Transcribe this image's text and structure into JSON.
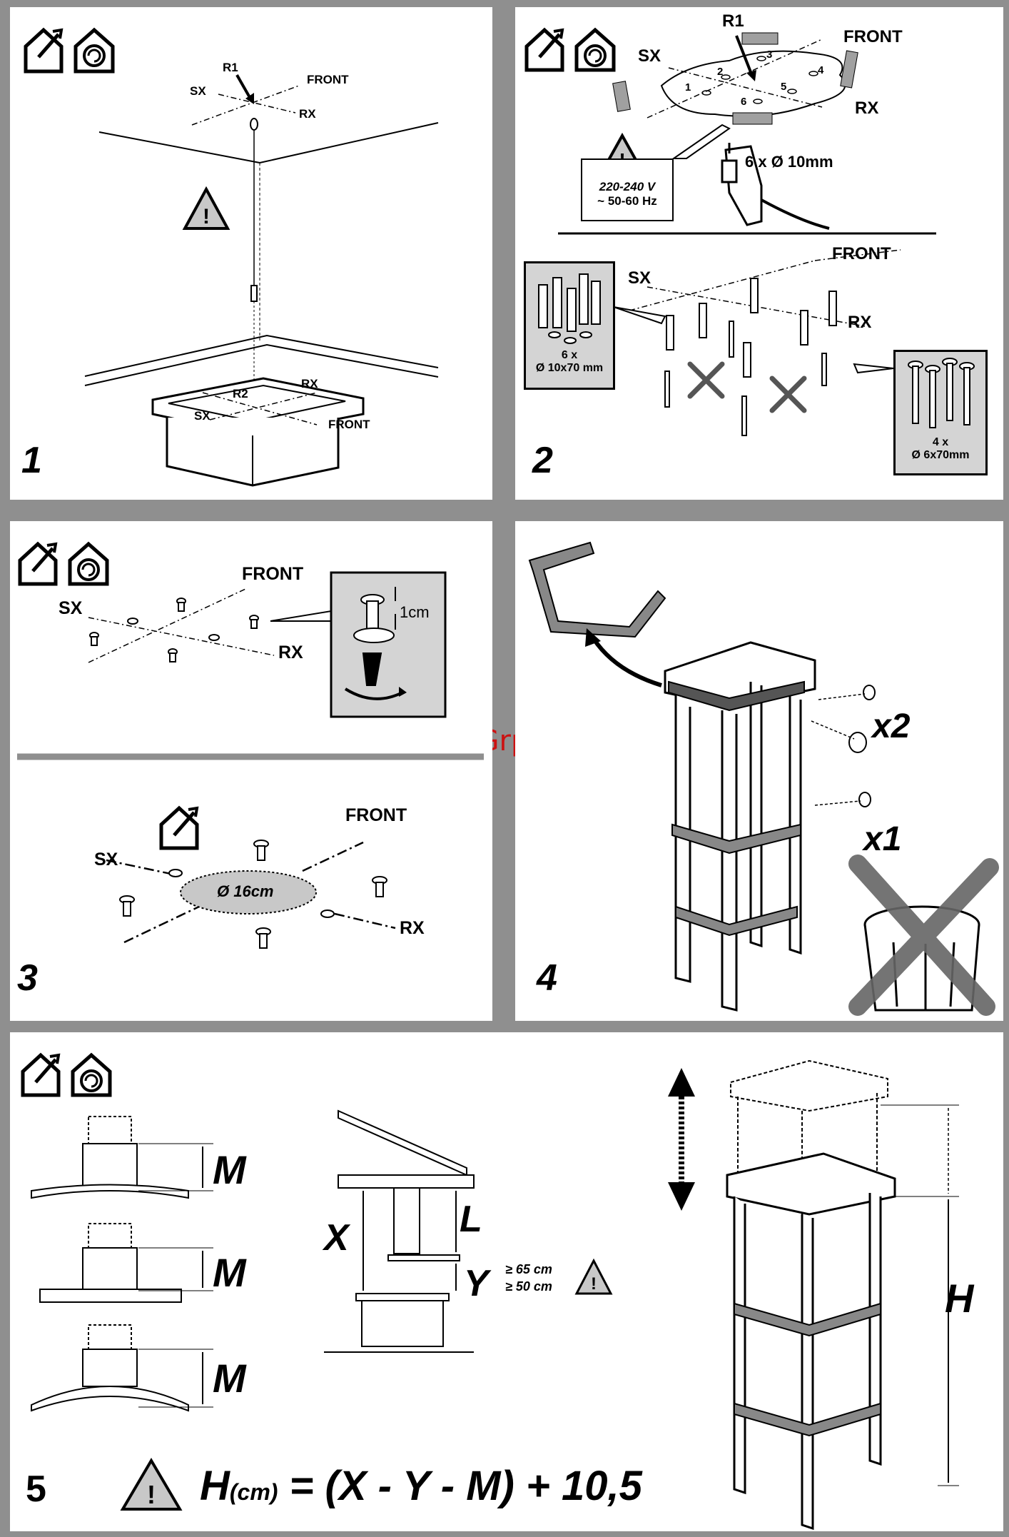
{
  "watermark": "McGrp.Ru",
  "steps": {
    "s1": {
      "number": "1",
      "labels": {
        "r1": "R1",
        "sx": "SX",
        "front": "FRONT",
        "rx": "RX",
        "r2": "R2",
        "rx2": "RX",
        "sx2": "SX",
        "front2": "FRONT"
      }
    },
    "s2": {
      "number": "2",
      "labels": {
        "r1": "R1",
        "sx": "SX",
        "front": "FRONT",
        "rx": "RX",
        "h1": "1",
        "h2": "2",
        "h3": "3",
        "h4": "4",
        "h5": "5",
        "h6": "6",
        "voltage": "220-240 V",
        "freq": "~ 50-60 Hz",
        "drill": "6 x Ø 10mm",
        "sx2": "SX",
        "front2": "FRONT",
        "rx2": "RX",
        "plug_count": "6 x",
        "plug_size": "Ø 10x70 mm",
        "screw_count": "4 x",
        "screw_size": "Ø 6x70mm"
      }
    },
    "s3": {
      "number": "3",
      "labels": {
        "front": "FRONT",
        "sx": "SX",
        "rx": "RX",
        "gap": "1cm",
        "front2": "FRONT",
        "sx2": "SX",
        "rx2": "RX",
        "diameter": "Ø 16cm"
      }
    },
    "s4": {
      "number": "4",
      "labels": {
        "x2": "x2",
        "x1": "x1"
      }
    },
    "s5": {
      "number": "5",
      "labels": {
        "m1": "M",
        "m2": "M",
        "m3": "M",
        "l": "L",
        "x": "X",
        "y": "Y",
        "gas": "≥ 65 cm",
        "electric": "≥ 50 cm",
        "h": "H",
        "formula_h": "H",
        "formula_unit": "(cm)",
        "formula_rest": " = (X - Y - M) + 10,5"
      }
    }
  },
  "icons": [
    "house-install-icon",
    "house-recirculation-icon",
    "warning-triangle-icon",
    "drill-icon",
    "trash-bin-icon",
    "double-arrow-icon"
  ]
}
